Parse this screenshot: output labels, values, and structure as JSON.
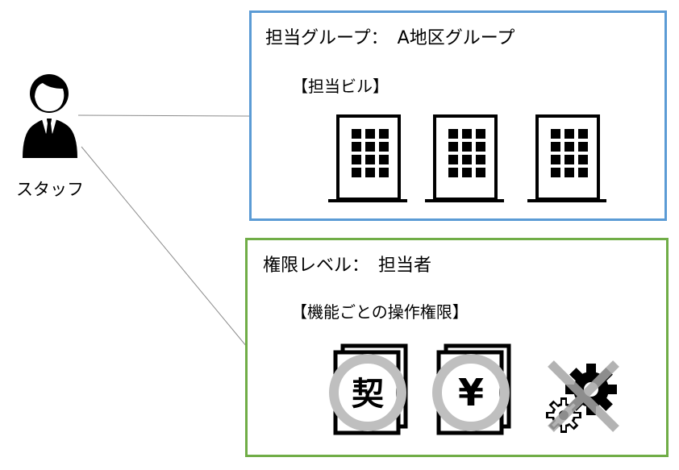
{
  "staff": {
    "label": "スタッフ",
    "icon": "person-icon"
  },
  "group_box": {
    "title": "担当グループ：　A地区グループ",
    "subtitle": "【担当ビル】",
    "border_color": "#5b9bd5",
    "buildings": [
      {
        "icon": "building-icon"
      },
      {
        "icon": "building-icon"
      },
      {
        "icon": "building-icon"
      }
    ]
  },
  "permission_box": {
    "title": "権限レベル：　担当者",
    "subtitle": "【機能ごとの操作権限】",
    "border_color": "#70ad47",
    "functions": [
      {
        "icon": "contract-document-icon",
        "glyph": "契",
        "permission": "allowed",
        "mark": "circle"
      },
      {
        "icon": "yen-document-icon",
        "glyph": "¥",
        "permission": "allowed",
        "mark": "circle"
      },
      {
        "icon": "settings-gears-icon",
        "permission": "denied",
        "mark": "cross"
      }
    ]
  }
}
